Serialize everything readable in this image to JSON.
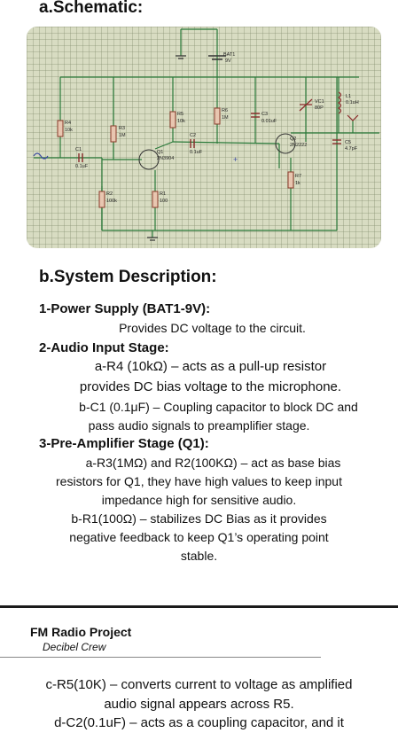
{
  "schematic": {
    "heading": "a.Schematic:",
    "labels": {
      "bat1": "BAT1",
      "bat1_val": "9V",
      "r4": "R4",
      "r4_val": "10k",
      "r3": "R3",
      "r3_val": "1M",
      "r5": "R5",
      "r5_val": "10k",
      "r6": "R6",
      "r6_val": "1M",
      "c3": "C3",
      "c3_val": "0.01uF",
      "vc1": "VC1",
      "vc1_val": "80P",
      "l1": "L1",
      "l1_val": "0.1uH",
      "c1": "C1",
      "c1_val": "0.1uF",
      "c2": "C2",
      "c2_val": "0.1uF",
      "q1": "Q1",
      "q1_val": "2N3904",
      "q2": "Q2",
      "q2_val": "2N2222",
      "c5": "C5",
      "c5_val": "4.7pF",
      "r7": "R7",
      "r7_val": "1k",
      "r2": "R2",
      "r2_val": "100k",
      "r1": "R1",
      "r1_val": "100"
    }
  },
  "description": {
    "heading": "b.System Description:",
    "s1_title": "1-Power Supply (BAT1-9V):",
    "s1_l1": "Provides DC voltage to the circuit.",
    "s2_title": "2-Audio Input Stage:",
    "s2_l1": "a-R4 (10kΩ) – acts as a pull-up resistor",
    "s2_l2": "provides DC bias voltage to the microphone.",
    "s2_l3": "b-C1 (0.1μF) – Coupling capacitor to block DC and",
    "s2_l4": "pass audio signals to preamplifier stage.",
    "s3_title": "3-Pre-Amplifier Stage (Q1):",
    "s3_l1": "a-R3(1MΩ) and R2(100KΩ) – act as base bias",
    "s3_l2": "resistors for Q1, they have high values to keep input",
    "s3_l3": "impedance high for sensitive audio.",
    "s3_l4": "b-R1(100Ω) – stabilizes DC Bias as it provides",
    "s3_l5": "negative feedback to keep Q1’s operating point",
    "s3_l6": "stable."
  },
  "footer": {
    "project": "FM Radio Project",
    "team": "Decibel Crew",
    "c_l1": "c-R5(10K) – converts current to voltage as amplified",
    "c_l2": "audio signal appears across R5.",
    "d_l1": "d-C2(0.1uF) – acts as a coupling capacitor, and it"
  }
}
